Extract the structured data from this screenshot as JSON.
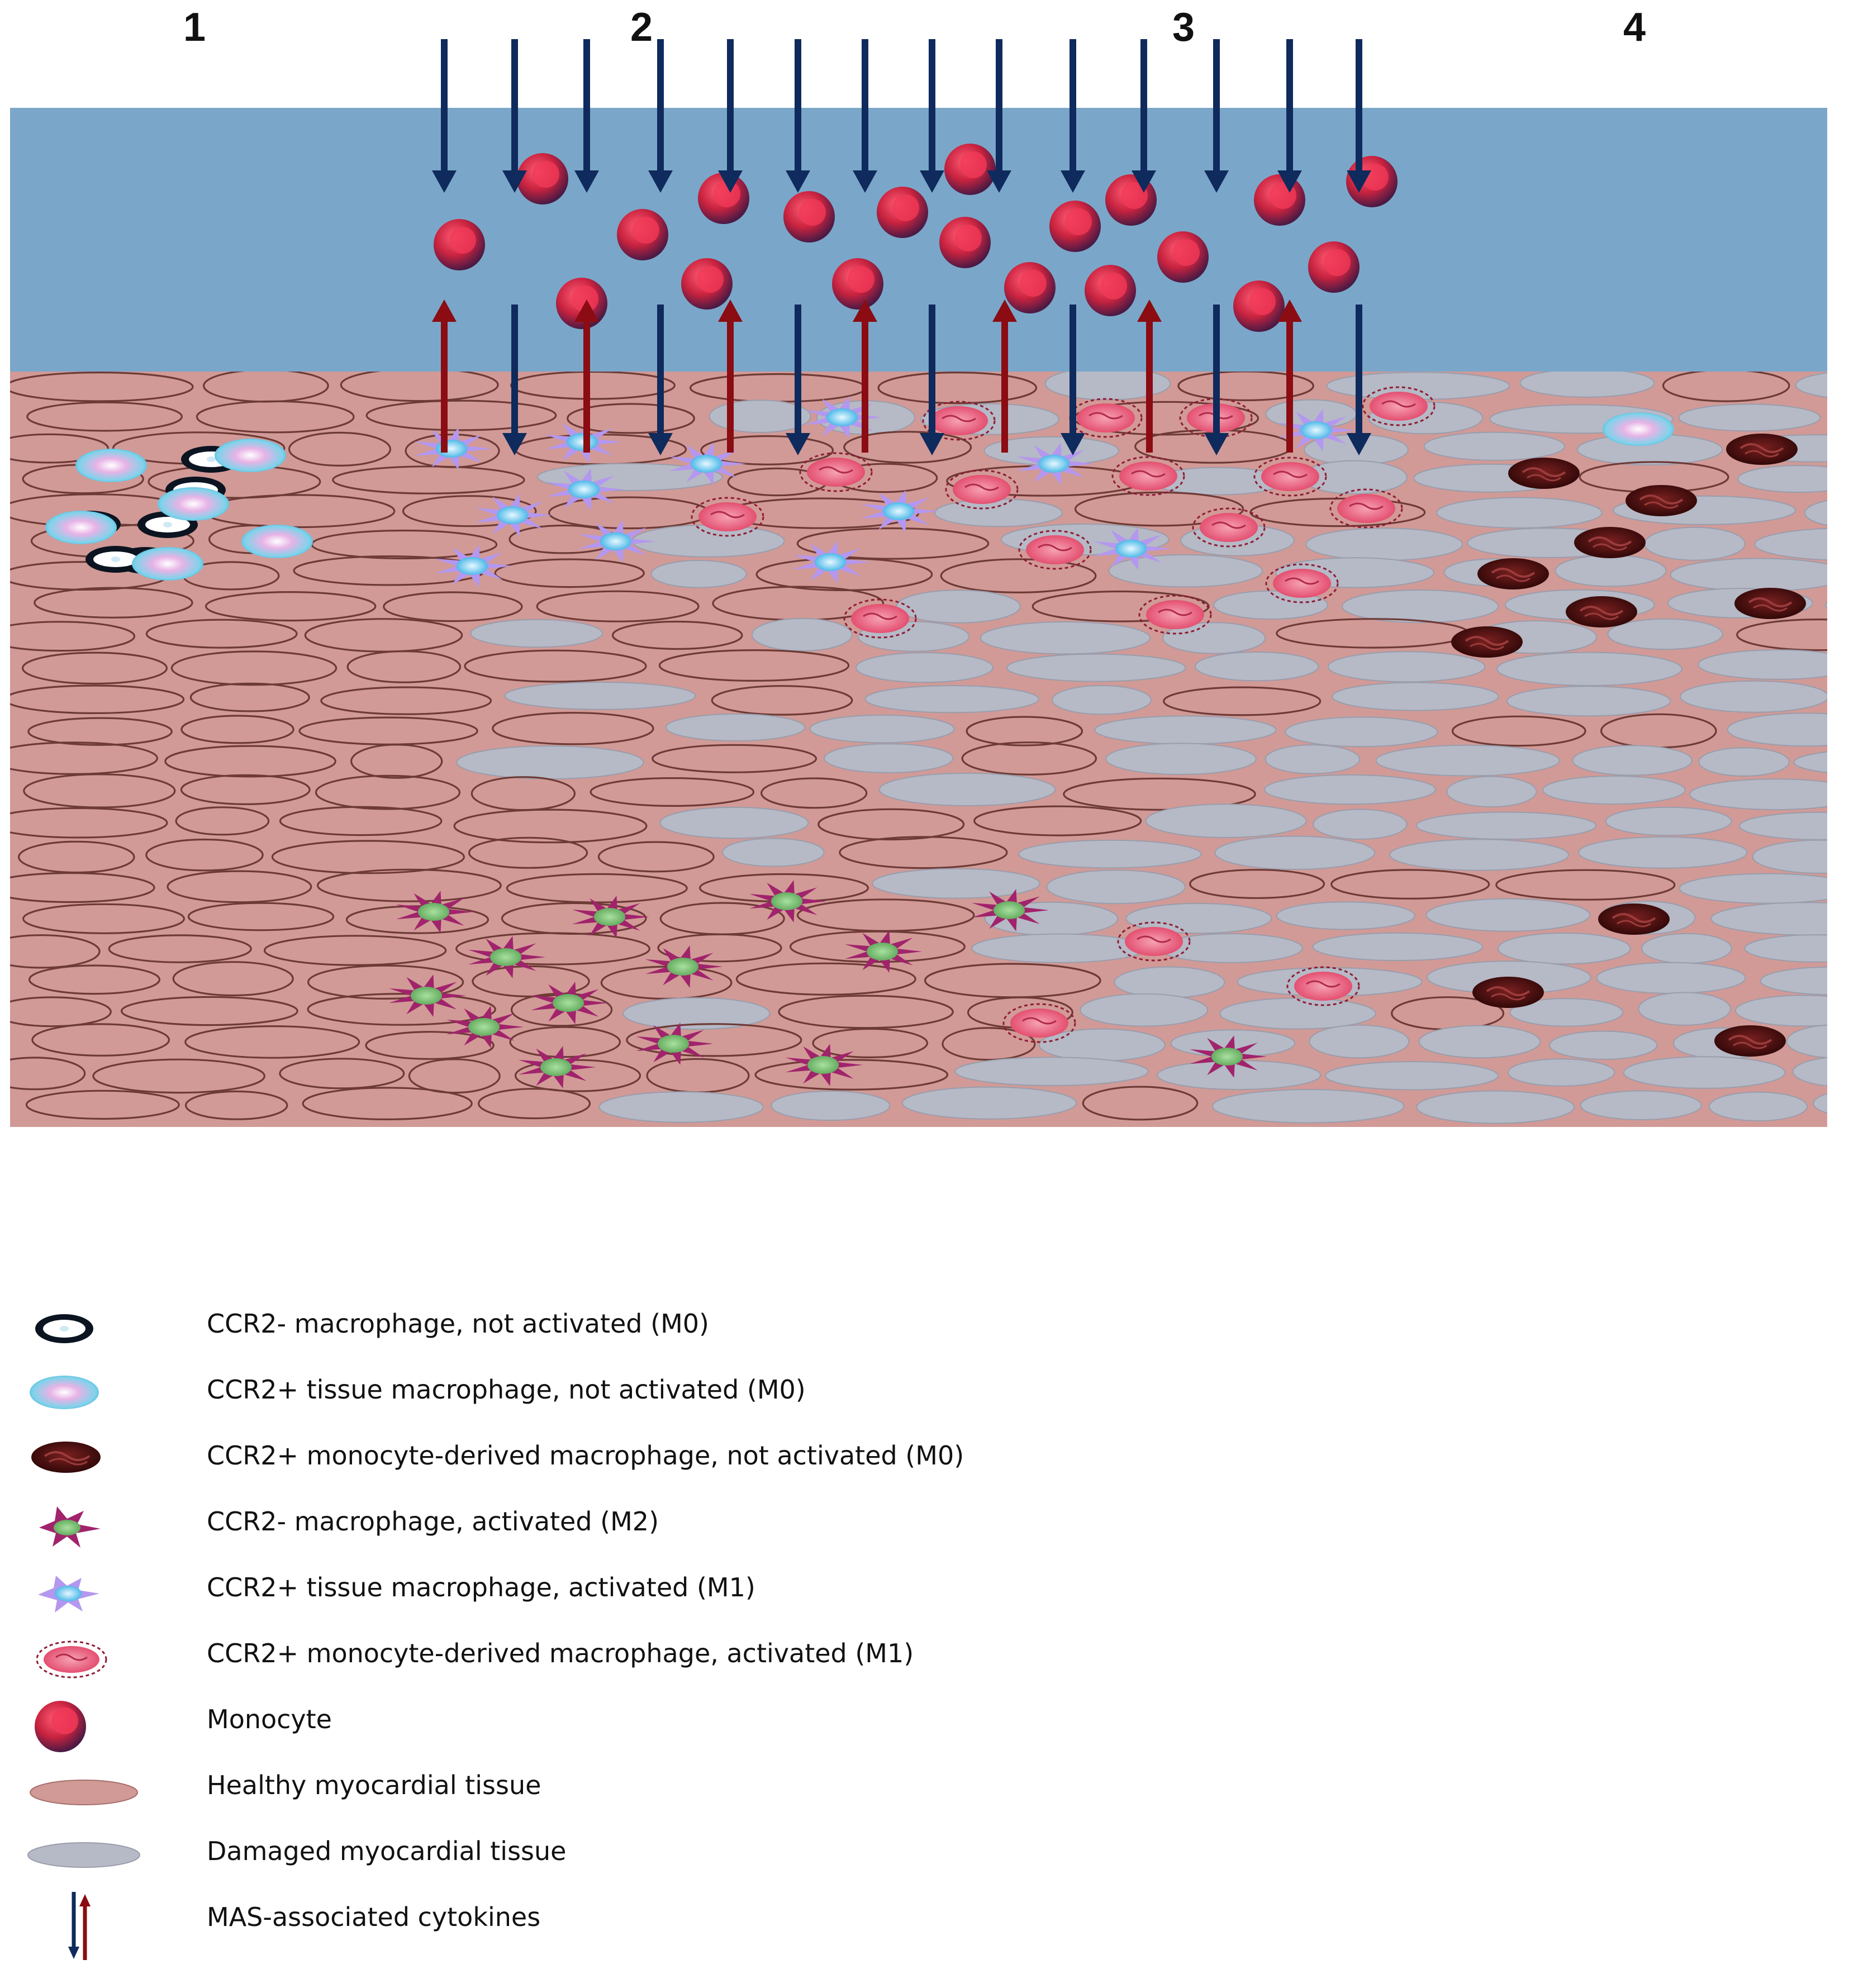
{
  "zones": [
    {
      "label": "1"
    },
    {
      "label": "2"
    },
    {
      "label": "3"
    },
    {
      "label": "4"
    }
  ],
  "colors": {
    "blood": "#7aa7c9",
    "tissue": "#d19a97",
    "cell_outline": "#6e3a36",
    "damaged": "#b6b9c6",
    "arrow_down": "#0f2a5c",
    "arrow_up": "#8b0c12",
    "monocyte": "#c9233f",
    "ccr2neg_m0": "#111111",
    "tissue_m0": "#7fd3ea",
    "mono_m0": "#4a1010",
    "m2": "#a1236c",
    "tissue_m1": "#9d7ce8",
    "mono_m1": "#e85a74"
  },
  "legend": [
    {
      "icon": "ccr2-negative-macrophage-m0-icon",
      "label": "CCR2- macrophage, not activated (M0)"
    },
    {
      "icon": "ccr2-positive-tissue-macrophage-m0-icon",
      "label": "CCR2+ tissue macrophage, not activated (M0)"
    },
    {
      "icon": "ccr2-positive-monocyte-derived-macrophage-m0-icon",
      "label": "CCR2+ monocyte-derived macrophage, not activated (M0)"
    },
    {
      "icon": "ccr2-negative-macrophage-m2-icon",
      "label": "CCR2- macrophage, activated (M2)"
    },
    {
      "icon": "ccr2-positive-tissue-macrophage-m1-icon",
      "label": "CCR2+ tissue macrophage, activated (M1)"
    },
    {
      "icon": "ccr2-positive-monocyte-derived-macrophage-m1-icon",
      "label": "CCR2+ monocyte-derived macrophage, activated (M1)"
    },
    {
      "icon": "monocyte-icon",
      "label": "Monocyte"
    },
    {
      "icon": "healthy-tissue-icon",
      "label": "Healthy myocardial tissue"
    },
    {
      "icon": "damaged-tissue-icon",
      "label": "Damaged myocardial tissue"
    },
    {
      "icon": "cytokine-arrows-icon",
      "label": "MAS-associated cytokines"
    }
  ]
}
